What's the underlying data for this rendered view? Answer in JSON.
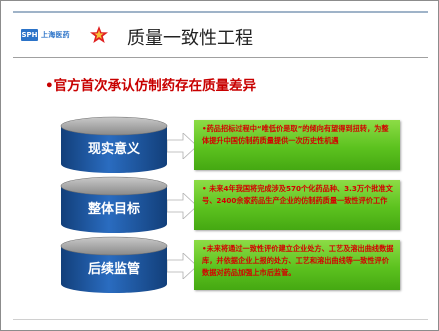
{
  "header": {
    "logo_badge": "SPH",
    "logo_text": "上海医药",
    "title": "质量一致性工程"
  },
  "bullet_heading": "•官方首次承认仿制药存在质量差异",
  "rows": [
    {
      "label": "现实意义",
      "text": "•药品招标过程中“唯低价是取”的倾向有望得到扭转，为整体提升中国仿制药质量提供一次历史性机遇"
    },
    {
      "label": "整体目标",
      "text": "• 未来4年我国将完成涉及570个化药品种、3.3万个批准文号、2400余家药品生产企业的仿制药质量一致性评价工作"
    },
    {
      "label": "后续监管",
      "text": "•未来将通过一致性评价建立企业处方、工艺及溶出曲线数据库，并依据企业上报的处方、工艺和溶出曲线等一致性评价数据对药品加强上市后监管。"
    }
  ],
  "colors": {
    "cylinder_blue": "#1f5da8",
    "callout_green": "#5cc21f",
    "callout_text": "#d40000",
    "heading_red": "#c80000"
  }
}
